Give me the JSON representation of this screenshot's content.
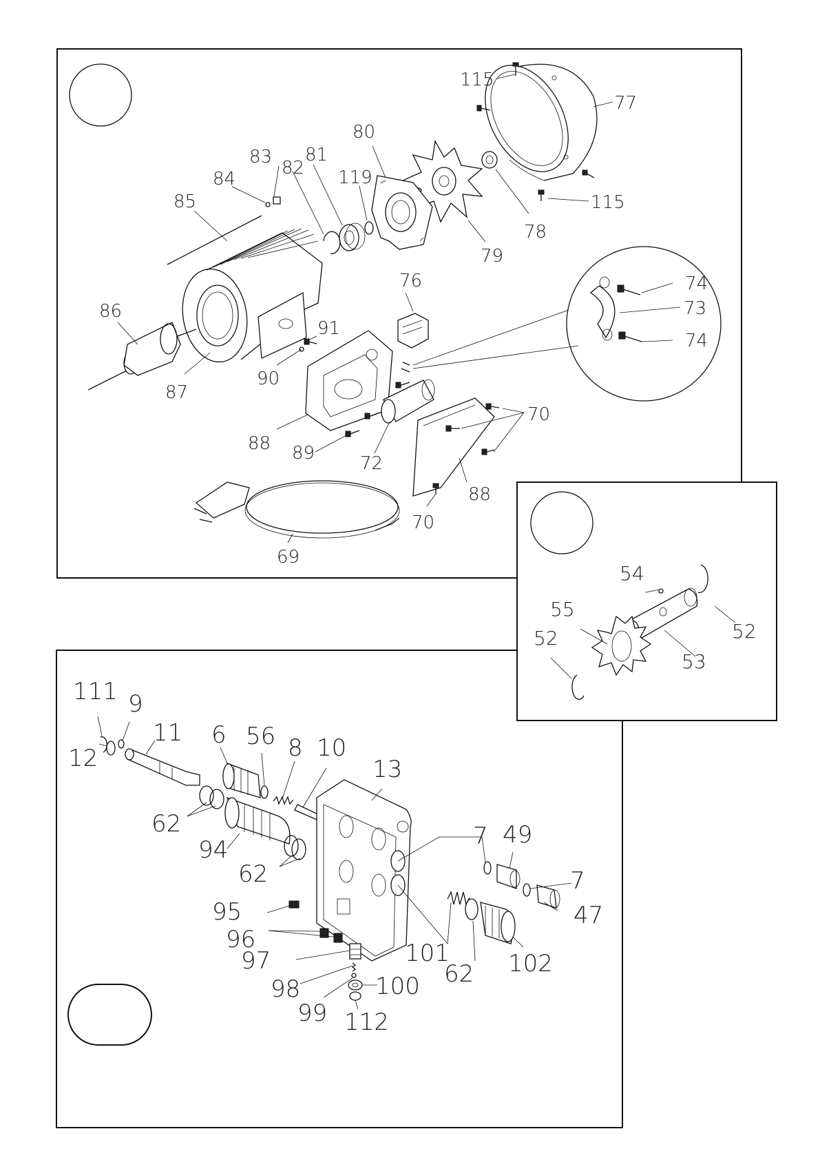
{
  "panels": {
    "motor": {
      "labels": [
        "115",
        "77",
        "80",
        "83",
        "84",
        "81",
        "82",
        "119",
        "85",
        "78",
        "79",
        "115",
        "76",
        "74",
        "73",
        "74",
        "86",
        "91",
        "87",
        "90",
        "88",
        "70",
        "89",
        "72",
        "88",
        "70",
        "69"
      ]
    },
    "gear": {
      "labels": [
        "54",
        "55",
        "52",
        "52",
        "53"
      ]
    },
    "pump": {
      "labels": [
        "111",
        "9",
        "12",
        "11",
        "6",
        "56",
        "8",
        "10",
        "13",
        "62",
        "94",
        "62",
        "7",
        "49",
        "7",
        "47",
        "95",
        "96",
        "101",
        "97",
        "62",
        "102",
        "98",
        "100",
        "99",
        "112"
      ]
    }
  }
}
